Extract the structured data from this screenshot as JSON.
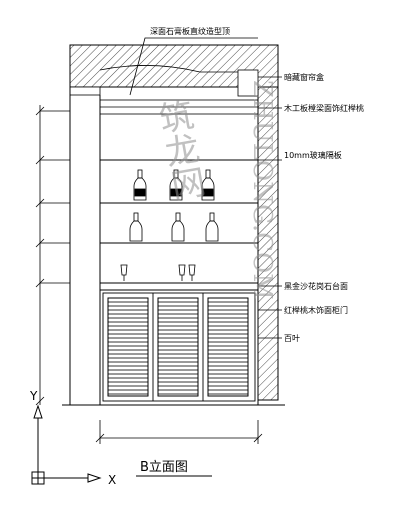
{
  "drawing": {
    "title": "B立面图",
    "axis_labels": {
      "x": "X",
      "y": "Y"
    },
    "callouts": [
      "深面石膏板直纹造型顶",
      "暗藏窗帘盒",
      "木工板樘梁面饰红榉桃",
      "10mm玻璃隔板",
      "黑金沙花岗石台面",
      "红榉桃木饰面柜门",
      "百叶"
    ],
    "watermark": {
      "brand_cn": "筑龙网",
      "url_vertical": "ZHULONG.COM"
    }
  }
}
